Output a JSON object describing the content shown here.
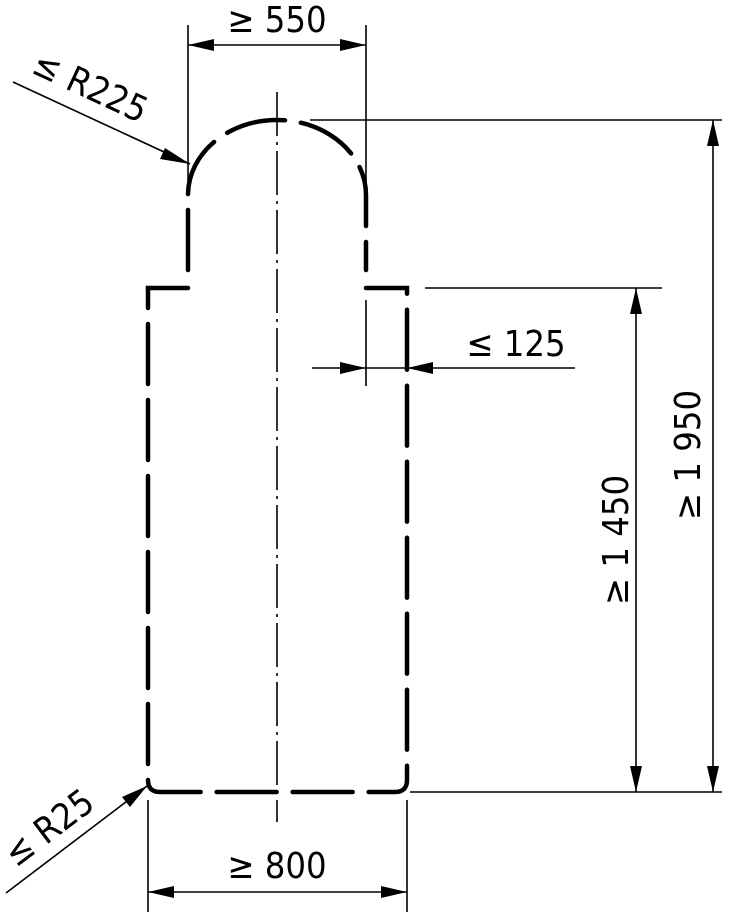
{
  "diagram": {
    "dimensions": {
      "top_width": "≥ 550",
      "top_radius": "≤ R225",
      "total_height": "≥ 1 950",
      "body_height": "≥ 1 450",
      "shoulder_offset": "≤ 125",
      "bottom_width": "≥ 800",
      "corner_radius": "≤ R25"
    },
    "colors": {
      "line": "#000000",
      "background": "#ffffff"
    }
  }
}
